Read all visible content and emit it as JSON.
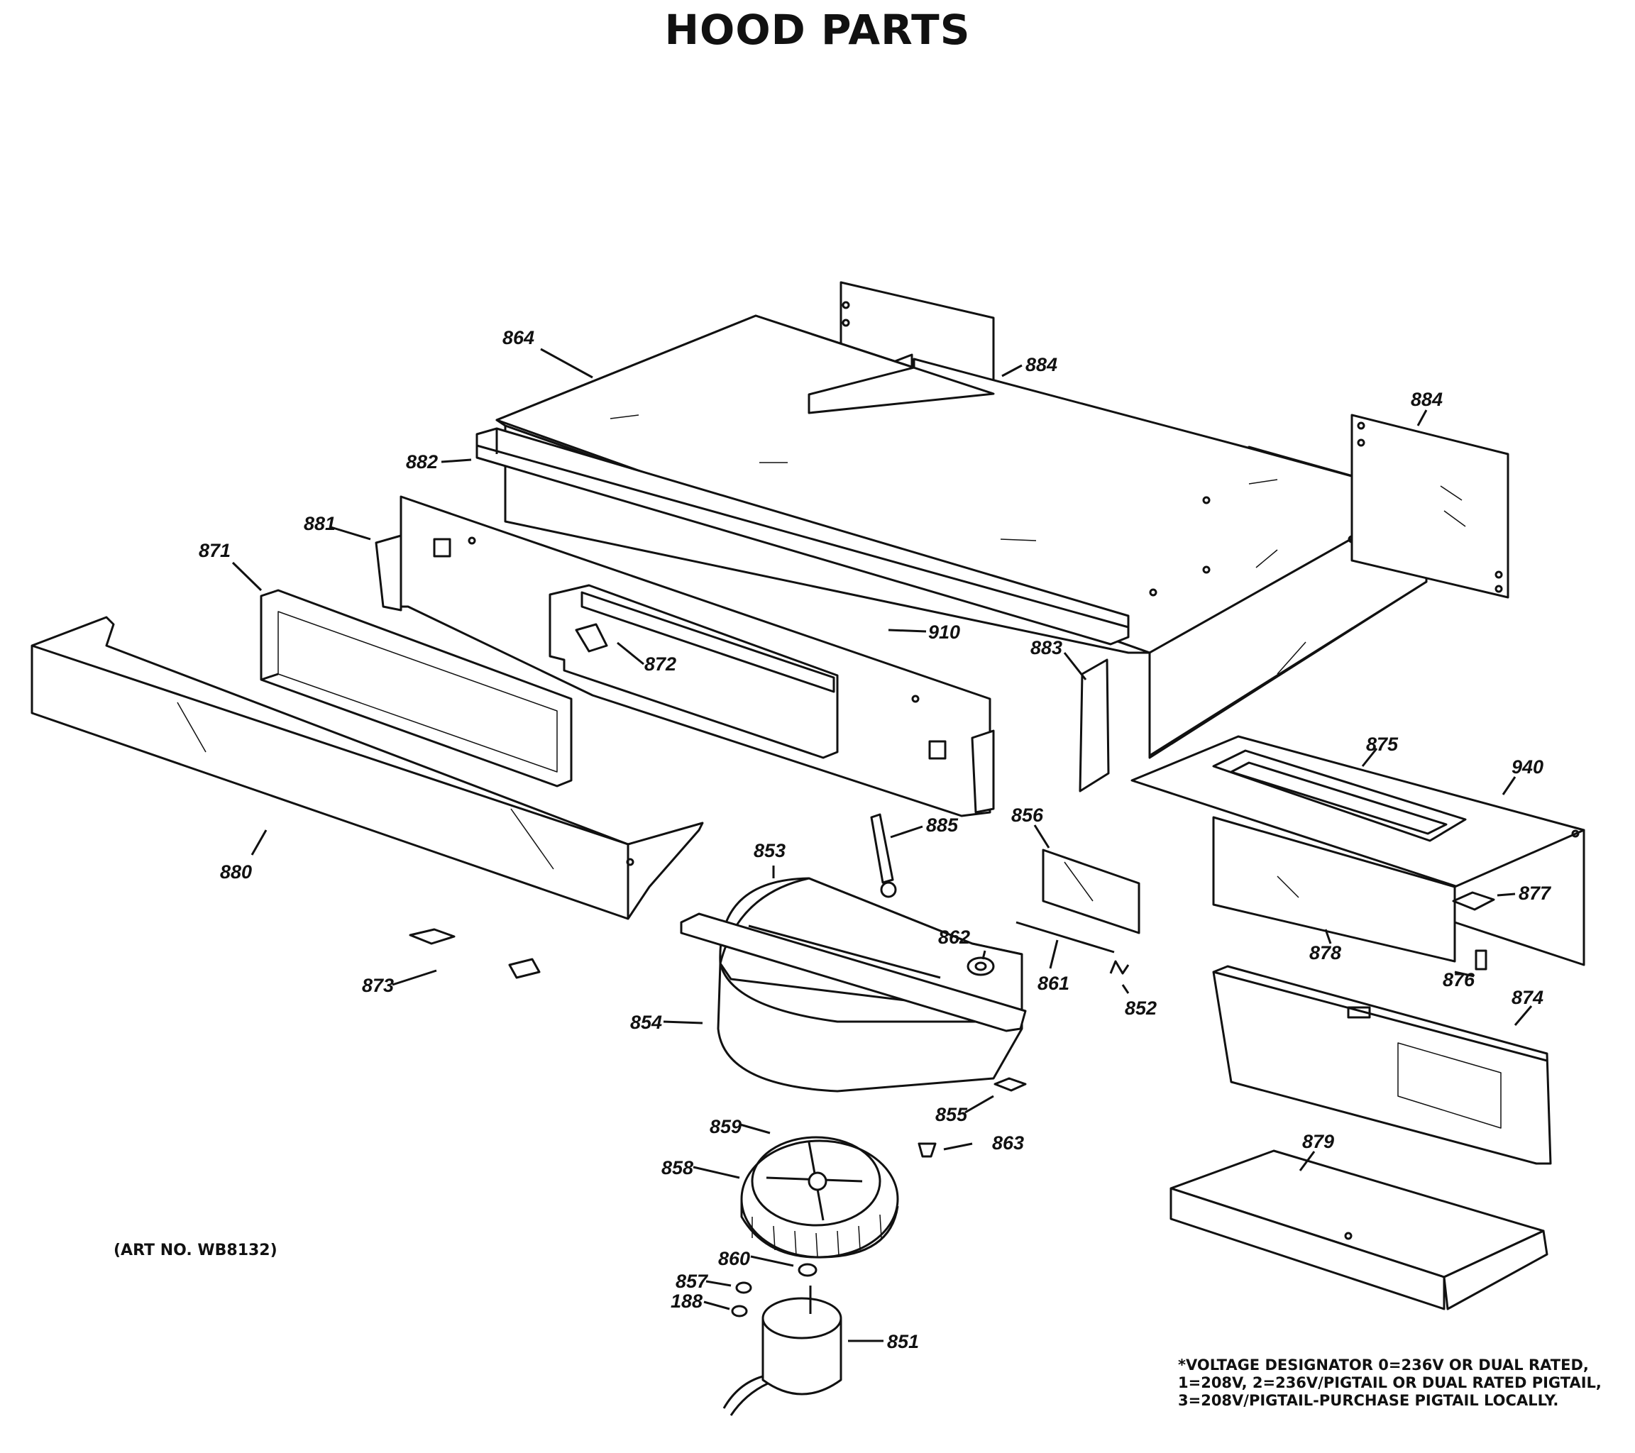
{
  "title": "HOOD PARTS",
  "art_number": "(ART NO. WB8132)",
  "voltage_note": {
    "line1": "*VOLTAGE DESIGNATOR 0=236V OR DUAL RATED,",
    "line2": "1=208V, 2=236V/PIGTAIL OR DUAL RATED PIGTAIL,",
    "line3": "3=208V/PIGTAIL-PURCHASE PIGTAIL LOCALLY."
  },
  "callouts": [
    {
      "id": "864",
      "label": "864"
    },
    {
      "id": "884a",
      "label": "884"
    },
    {
      "id": "884b",
      "label": "884"
    },
    {
      "id": "882",
      "label": "882"
    },
    {
      "id": "881",
      "label": "881"
    },
    {
      "id": "871",
      "label": "871"
    },
    {
      "id": "872",
      "label": "872"
    },
    {
      "id": "910",
      "label": "910"
    },
    {
      "id": "883",
      "label": "883"
    },
    {
      "id": "875",
      "label": "875"
    },
    {
      "id": "940",
      "label": "940"
    },
    {
      "id": "880",
      "label": "880"
    },
    {
      "id": "885",
      "label": "885"
    },
    {
      "id": "853",
      "label": "853"
    },
    {
      "id": "856",
      "label": "856"
    },
    {
      "id": "877",
      "label": "877"
    },
    {
      "id": "862",
      "label": "862"
    },
    {
      "id": "878",
      "label": "878"
    },
    {
      "id": "861",
      "label": "861"
    },
    {
      "id": "876",
      "label": "876"
    },
    {
      "id": "873",
      "label": "873"
    },
    {
      "id": "852",
      "label": "852"
    },
    {
      "id": "874",
      "label": "874"
    },
    {
      "id": "854",
      "label": "854"
    },
    {
      "id": "855",
      "label": "855"
    },
    {
      "id": "859",
      "label": "859"
    },
    {
      "id": "863",
      "label": "863"
    },
    {
      "id": "879",
      "label": "879"
    },
    {
      "id": "858",
      "label": "858"
    },
    {
      "id": "860",
      "label": "860"
    },
    {
      "id": "857",
      "label": "857"
    },
    {
      "id": "188",
      "label": "188"
    },
    {
      "id": "851",
      "label": "851"
    }
  ]
}
